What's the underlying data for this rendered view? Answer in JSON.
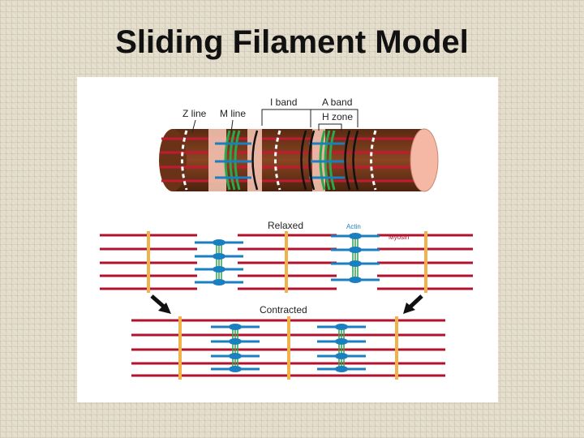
{
  "slide": {
    "title": "Sliding Filament Model"
  },
  "diagram": {
    "top_labels": {
      "z_line": "Z line",
      "m_line": "M line",
      "i_band": "I band",
      "a_band": "A band",
      "h_zone": "H zone"
    },
    "relaxed_label": "Relaxed",
    "contracted_label": "Contracted",
    "actin_label": "Actin",
    "myosin_label": "Myosin",
    "colors": {
      "actin": "#b3122c",
      "myosin": "#1a7fc1",
      "crossbridge": "#2ba84a",
      "z_disc": "#f2b24a",
      "fiber": "#7a3b1c",
      "fiber_end": "#f4b8a4",
      "arrow": "#111111"
    }
  }
}
